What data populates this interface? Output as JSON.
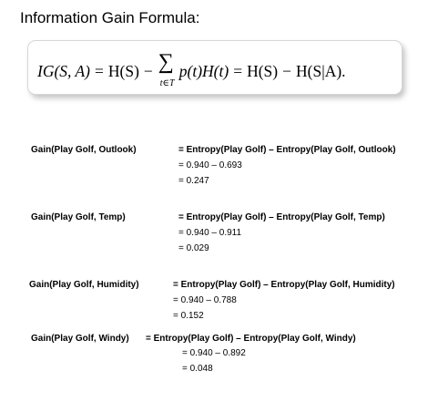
{
  "title": "Information Gain Formula:",
  "formula": {
    "lhs": "IG(S, A)",
    "eq": "=",
    "h_s": "H(S)",
    "minus": "−",
    "sum_sign": "∑",
    "sum_sub": "t∈T",
    "term": "p(t)H(t)",
    "eq2": "=",
    "h_s2": "H(S)",
    "minus2": "−",
    "h_sa": "H(S|A)."
  },
  "gains": [
    {
      "label": "Gain(Play Golf, Outlook)",
      "line1": "= Entropy(Play Golf) – Entropy(Play Golf, Outlook)",
      "line2": "= 0.940 – 0.693",
      "line3": "= 0.247"
    },
    {
      "label": "Gain(Play Golf, Temp)",
      "line1": "= Entropy(Play Golf) – Entropy(Play Golf, Temp)",
      "line2": "= 0.940 – 0.911",
      "line3": "= 0.029"
    },
    {
      "label": "Gain(Play Golf, Humidity)",
      "line1": "= Entropy(Play Golf) – Entropy(Play Golf, Humidity)",
      "line2": "= 0.940 – 0.788",
      "line3": "= 0.152"
    },
    {
      "label": "Gain(Play Golf, Windy)",
      "line1": "= Entropy(Play Golf) – Entropy(Play Golf, Windy)",
      "line2": "= 0.940 – 0.892",
      "line3": "= 0.048"
    }
  ]
}
